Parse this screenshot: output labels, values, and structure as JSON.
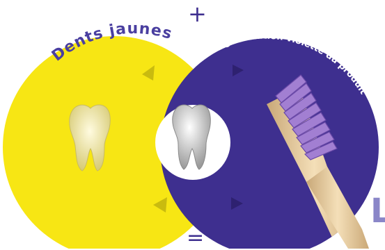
{
  "labels": {
    "yellow_circle": "Dents jaunes",
    "purple_circle": "Pigmentation violette du produit",
    "plus": "+",
    "equals": "=",
    "edge_letter": "L"
  },
  "colors": {
    "yellow": "#f7e614",
    "purple": "#3e2f8f",
    "arrow_yellow": "#c9bb0f",
    "arrow_purple": "#2e2170",
    "label_yellow": "#4a3fa0",
    "label_purple": "#ffffff",
    "symbol": "#3e2f8f",
    "tooth_yellow": "#efe7a4",
    "tooth_white": "#ededed",
    "bristles": "#a27fd2",
    "handle": "#e8cfa4"
  },
  "icons": [
    "yellow-tooth-icon",
    "white-tooth-icon",
    "toothbrush-icon",
    "arrow-icon"
  ]
}
